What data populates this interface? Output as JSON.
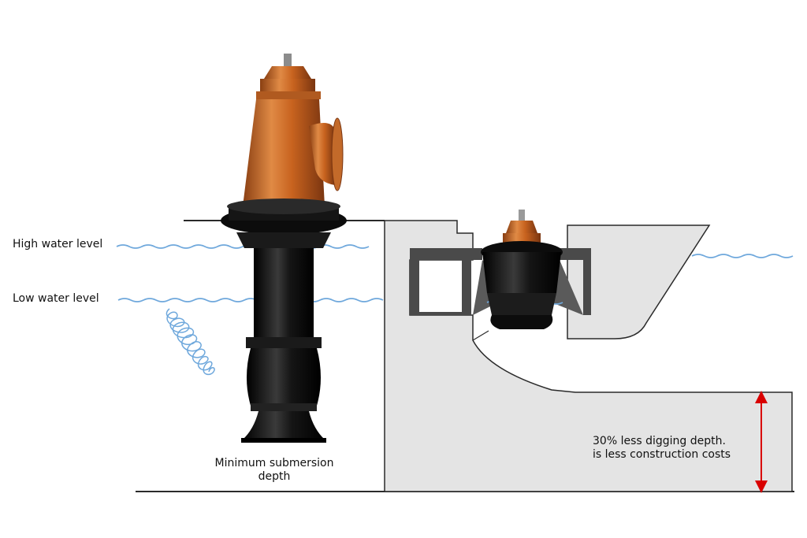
{
  "labels": {
    "high_water_level": "High water level",
    "low_water_level": "Low water level",
    "min_submersion_line1": "Minimum submersion",
    "min_submersion_line2": "depth",
    "digging_line1": "30% less digging depth.",
    "digging_line2": "is less construction costs"
  },
  "colors": {
    "water": "#6fa8dc",
    "pump_copper": "#d2722f",
    "pump_black": "#111111",
    "concrete_fill": "#e4e4e4",
    "concrete_outline": "#2a2a2a",
    "steel": "#4a4a4a",
    "arrow": "#d90000"
  }
}
